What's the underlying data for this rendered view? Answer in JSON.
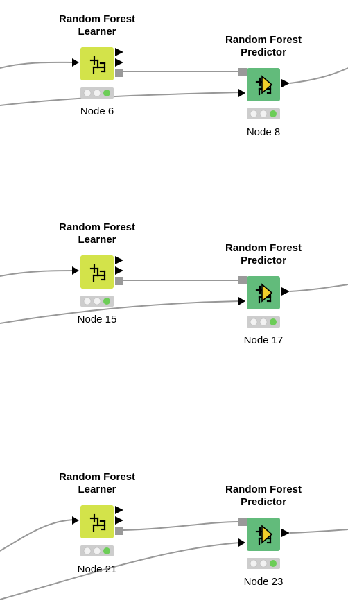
{
  "colors": {
    "learner": "#d3e34a",
    "predictor": "#62bb7b",
    "connection": "#989898",
    "port_model": "#9a9a9a",
    "status_ok": "#6ccd57",
    "status_bg": "#cdcdcd"
  },
  "workflow": {
    "groups": [
      {
        "learner": {
          "title_line1": "Random Forest",
          "title_line2": "Learner",
          "label": "Node 6",
          "icon": "tree-ensemble-learner-icon",
          "status": "executed"
        },
        "predictor": {
          "title_line1": "Random Forest",
          "title_line2": "Predictor",
          "label": "Node 8",
          "icon": "tree-ensemble-predictor-icon",
          "status": "executed"
        }
      },
      {
        "learner": {
          "title_line1": "Random Forest",
          "title_line2": "Learner",
          "label": "Node 15",
          "icon": "tree-ensemble-learner-icon",
          "status": "executed"
        },
        "predictor": {
          "title_line1": "Random Forest",
          "title_line2": "Predictor",
          "label": "Node 17",
          "icon": "tree-ensemble-predictor-icon",
          "status": "executed"
        }
      },
      {
        "learner": {
          "title_line1": "Random Forest",
          "title_line2": "Learner",
          "label": "Node 21",
          "icon": "tree-ensemble-learner-icon",
          "status": "executed"
        },
        "predictor": {
          "title_line1": "Random Forest",
          "title_line2": "Predictor",
          "label": "Node 23",
          "icon": "tree-ensemble-predictor-icon",
          "status": "executed"
        }
      }
    ]
  }
}
